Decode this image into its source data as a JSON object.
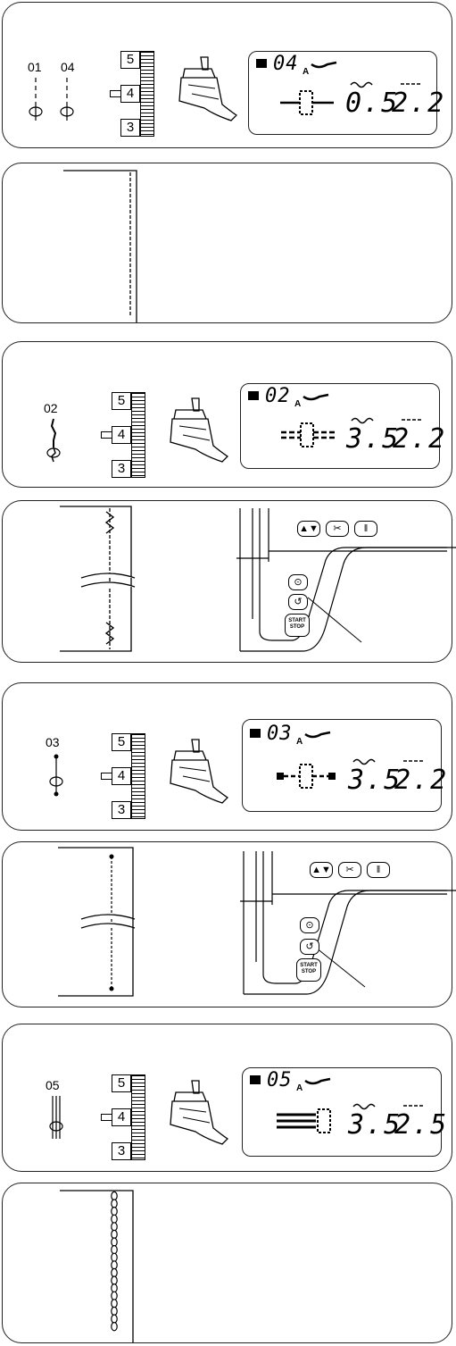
{
  "panel1": {
    "labels": [
      "01",
      "04"
    ],
    "dial": [
      "5",
      "4",
      "3"
    ],
    "lcd": {
      "pattern": "04",
      "mode": "A",
      "width": "0.5",
      "length": "2.2"
    }
  },
  "panel3": {
    "label": "02",
    "dial": [
      "5",
      "4",
      "3"
    ],
    "lcd": {
      "pattern": "02",
      "mode": "A",
      "width": "3.5",
      "length": "2.2"
    }
  },
  "panel4": {
    "buttons": {
      "start_stop": [
        "START",
        "STOP"
      ]
    }
  },
  "panel5": {
    "label": "03",
    "dial": [
      "5",
      "4",
      "3"
    ],
    "lcd": {
      "pattern": "03",
      "mode": "A",
      "width": "3.5",
      "length": "2.2"
    }
  },
  "panel6": {
    "buttons": {
      "start_stop": [
        "START",
        "STOP"
      ]
    }
  },
  "panel7": {
    "label": "05",
    "dial": [
      "5",
      "4",
      "3"
    ],
    "lcd": {
      "pattern": "05",
      "mode": "A",
      "width": "3.5",
      "length": "2.5"
    }
  }
}
